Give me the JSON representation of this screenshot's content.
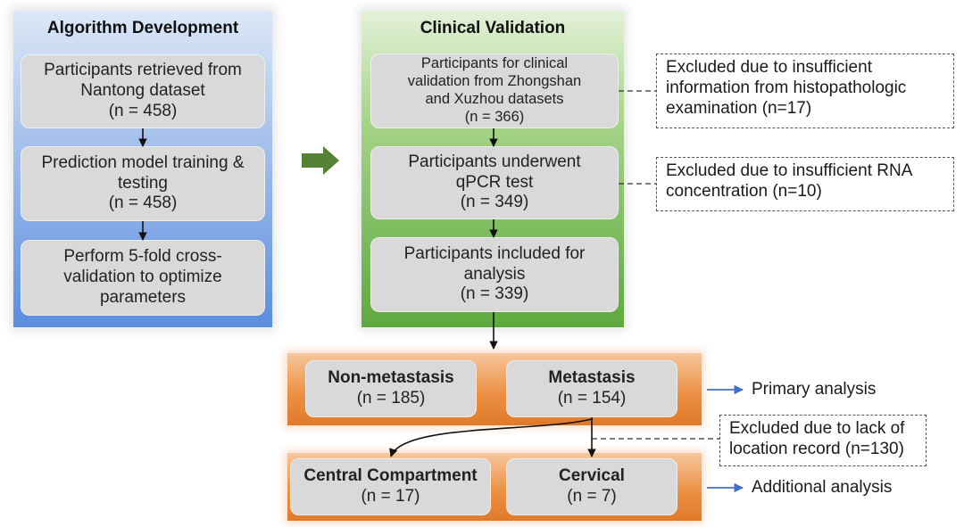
{
  "algorithm_panel": {
    "title": "Algorithm Development",
    "steps": [
      {
        "lines": [
          "Participants retrieved from",
          "Nantong dataset",
          "(n = 458)"
        ]
      },
      {
        "lines": [
          "Prediction model training &",
          "testing",
          "(n = 458)"
        ]
      },
      {
        "lines": [
          "Perform 5-fold cross-",
          "validation to optimize",
          "parameters"
        ]
      }
    ]
  },
  "validation_panel": {
    "title": "Clinical Validation",
    "steps": [
      {
        "lines": [
          "Participants for clinical",
          "validation from Zhongshan",
          "and Xuzhou datasets",
          "(n = 366)"
        ]
      },
      {
        "lines": [
          "Participants underwent",
          "qPCR test",
          "(n = 349)"
        ]
      },
      {
        "lines": [
          "Participants included for",
          "analysis",
          "(n = 339)"
        ]
      }
    ]
  },
  "exclusions": [
    {
      "lines": [
        "Excluded due to insufficient",
        "information from histopathologic",
        "examination (n=17)"
      ]
    },
    {
      "lines": [
        "Excluded due to insufficient RNA",
        "concentration (n=10)"
      ]
    },
    {
      "lines": [
        "Excluded due to lack of",
        "location record (n=130)"
      ]
    }
  ],
  "primary_group": {
    "boxes": [
      {
        "title": "Non-metastasis",
        "n": "(n = 185)"
      },
      {
        "title": "Metastasis",
        "n": "(n = 154)"
      }
    ],
    "label": "Primary analysis"
  },
  "additional_group": {
    "boxes": [
      {
        "title": "Central Compartment",
        "n": "(n = 17)"
      },
      {
        "title": "Cervical",
        "n": "(n = 7)"
      }
    ],
    "label": "Additional analysis"
  },
  "colors": {
    "arrow_green": "#548235",
    "arrow_blue": "#4472c4",
    "connector": "#111111"
  }
}
